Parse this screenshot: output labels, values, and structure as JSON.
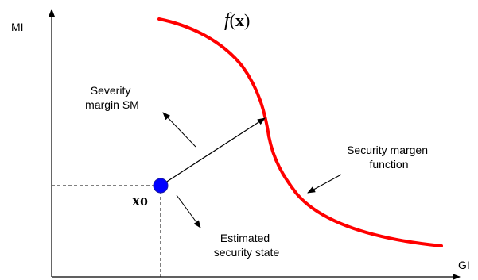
{
  "axes": {
    "y_label": "MI",
    "x_label": "GI"
  },
  "curve": {
    "label_f": "f",
    "label_open": "(",
    "label_x": "x",
    "label_close": ")",
    "color": "#ff0000"
  },
  "point": {
    "label": "xo",
    "color": "#0000ff"
  },
  "annotations": {
    "severity_line1": "Severity",
    "severity_line2": "margin SM",
    "margen_line1": "Security margen",
    "margen_line2": "function",
    "estimated_line1": "Estimated",
    "estimated_line2": "security state"
  }
}
